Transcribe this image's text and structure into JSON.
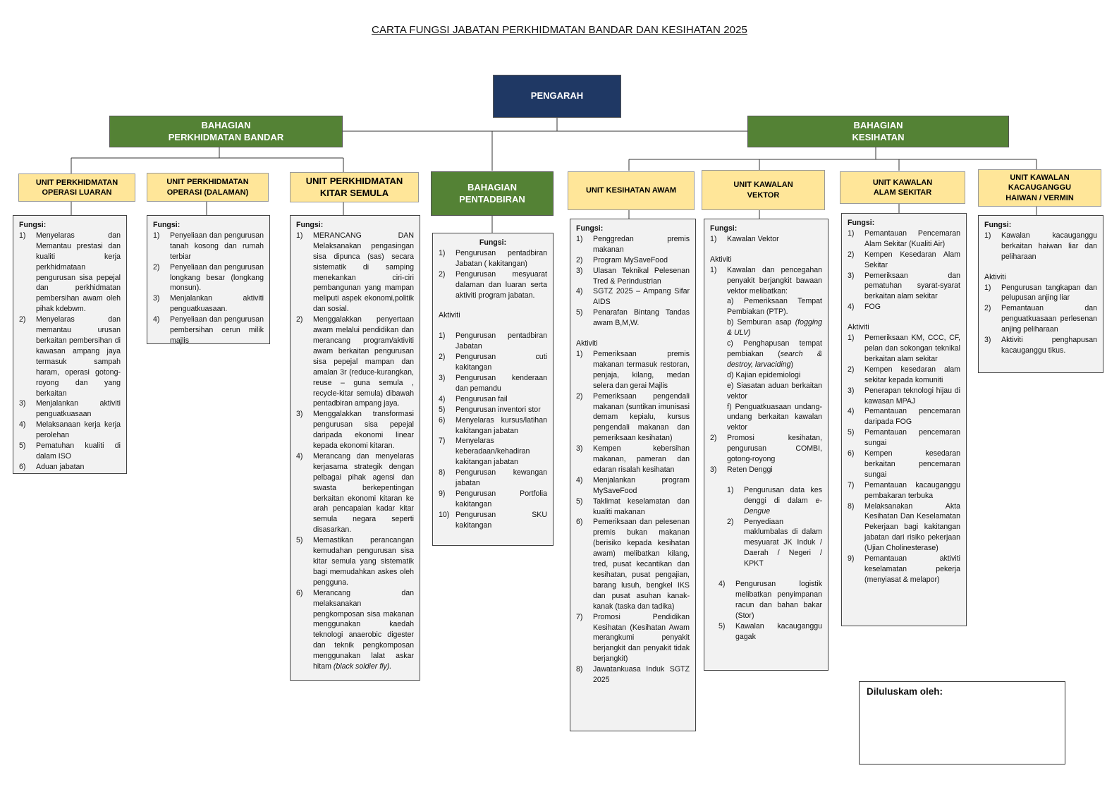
{
  "title": "CARTA FUNGSI JABATAN PERKHIDMATAN BANDAR DAN KESIHATAN 2025",
  "pengarah": "PENGARAH",
  "bahagian_pb": "BAHAGIAN\nPERKHIDMATAN BANDAR",
  "bahagian_kes": "BAHAGIAN\nKESIHATAN",
  "bahagian_pent": "BAHAGIAN\nPENTADBIRAN",
  "units": {
    "u1": "UNIT PERKHIDMATAN\nOPERASI LUARAN",
    "u2": "UNIT PERKHIDMATAN\nOPERASI (DALAMAN)",
    "u3": "UNIT PERKHIDMATAN\nKITAR SEMULA",
    "u4": "UNIT KESIHATAN AWAM",
    "u5": "UNIT KAWALAN\nVEKTOR",
    "u6": "UNIT KAWALAN\nALAM SEKITAR",
    "u7": "UNIT KAWALAN\nKACAUGANGGU\nHAIWAN / VERMIN"
  },
  "labels": {
    "fungsi": "Fungsi:",
    "aktiviti": "Aktiviti"
  },
  "u1_fungsi": [
    "Menyelaras dan Memantau prestasi dan kualiti kerja perkhidmataan pengurusan sisa pepejal dan perkhidmatan pembersihan awam oleh pihak kdebwm.",
    "Menyelaras dan memantau urusan berkaitan pembersihan di kawasan ampang jaya termasuk sampah haram, operasi gotong-royong dan yang berkaitan",
    "Menjalankan aktiviti penguatkuasaan",
    "Melaksanaan kerja kerja perolehan",
    "Pematuhan kualiti di dalam ISO",
    "Aduan jabatan"
  ],
  "u2_fungsi": [
    "Penyeliaan dan pengurusan tanah kosong dan rumah terbiar",
    "Penyeliaan dan pengurusan longkang besar (longkang monsun).",
    "Menjalankan aktiviti penguatkuasaan.",
    "Penyeliaan dan pengurusan pembersihan cerun milik majlis"
  ],
  "u3_fungsi": [
    "MERANCANG DAN Melaksanakan pengasingan sisa dipunca (sas) secara sistematik di samping menekankan ciri-ciri pembangunan yang mampan meliputi aspek ekonomi,politik dan sosial.",
    "Menggalakkan penyertaan awam melalui pendidikan dan merancang program/aktiviti awam berkaitan pengurusan sisa pepejal mampan dan amalan 3r (reduce-kurangkan, reuse – guna semula , recycle-kitar semula) dibawah pentadbiran ampang jaya.",
    "Menggalakkan transformasi pengurusan sisa pepejal daripada ekonomi linear kepada ekonomi kitaran.",
    "Merancang dan menyelaras kerjasama strategik dengan pelbagai pihak agensi dan swasta berkepentingan berkaitan ekonomi kitaran ke arah pencapaian kadar kitar semula negara seperti disasarkan.",
    "Memastikan perancangan kemudahan pengurusan sisa kitar semula yang sistematik bagi memudahkan askes oleh pengguna."
  ],
  "u3_f6_text": "Merancang dan melaksanakan pengkomposan sisa makanan menggunakan kaedah teknologi anaerobic digester dan teknik pengkomposan menggunakan lalat askar hitam ",
  "u3_f6_italic": "(black soldier fly).",
  "pent_fungsi": [
    "Pengurusan pentadbiran Jabatan ( kakitangan)",
    "Pengurusan mesyuarat dalaman dan luaran serta aktiviti program jabatan."
  ],
  "pent_aktiviti": [
    "Pengurusan pentadbiran Jabatan",
    "Pengurusan cuti kakitangan",
    "Pengurusan kenderaan dan pemandu",
    "Pengurusan fail",
    "Pengurusan inventori stor",
    "Menyelaras kursus/latihan kakitangan jabatan",
    "Menyelaras keberadaan/kehadiran kakitangan jabatan",
    "Pengurusan kewangan jabatan",
    "Pengurusan Portfolia kakitangan",
    "Pengurusan SKU kakitangan"
  ],
  "u4_fungsi": [
    "Penggredan premis makanan",
    "Program MySaveFood",
    "Ulasan Teknikal Pelesenan Tred & Perindustrian",
    "SGTZ 2025 – Ampang Sifar AIDS",
    "Penarafan Bintang Tandas awam B,M,W."
  ],
  "u4_aktiviti": [
    "Pemeriksaan premis makanan termasuk restoran, penjaja, kilang, medan selera dan gerai Majlis",
    "Pemeriksaan pengendali makanan (suntikan imunisasi demam kepialu, kursus pengendali makanan dan pemeriksaan kesihatan)",
    "Kempen kebersihan makanan, pameran dan edaran risalah kesihatan",
    "Menjalankan program MySaveFood",
    "Taklimat keselamatan dan kualiti makanan",
    "Pemeriksaan dan pelesenan premis bukan makanan (berisiko kepada kesihatan awam) melibatkan kilang, tred, pusat kecantikan dan kesihatan, pusat pengajian, barang lusuh, bengkel IKS dan pusat asuhan kanak-kanak (taska dan tadika)",
    "Promosi Pendidikan Kesihatan (Kesihatan Awam merangkumi penyakit berjangkit dan penyakit tidak berjangkit)",
    "Jawatankuasa Induk SGTZ 2025"
  ],
  "u5_fungsi": [
    "Kawalan Vektor"
  ],
  "u5_a1_intro": "Kawalan dan pencegahan penyakit berjangkit bawaan vektor melibatkan:",
  "u5_a1_a": "a) Pemeriksaan Tempat Pembiakan (PTP).",
  "u5_a1_b": "b) Semburan asap ",
  "u5_a1_b_italic": "(fogging & ULV)",
  "u5_a1_c": "c) Penghapusan tempat pembiakan (",
  "u5_a1_c_italic": "search & destroy, larvaciding",
  "u5_a1_c_end": ")",
  "u5_a1_d": "d) Kajian epidemiologi",
  "u5_a1_e": "e) Siasatan aduan berkaitan vektor",
  "u5_a1_f": "f) Penguatkuasaan undang-undang berkaitan kawalan vektor",
  "u5_a2": "Promosi kesihatan, pengurusan COMBI, gotong-royong",
  "u5_a3": "Reten Denggi",
  "u5_a3_sub1": "Pengurusan data kes denggi di dalam ",
  "u5_a3_sub1_italic": "e-Dengue",
  "u5_a3_sub2": "Penyediaan maklumbalas di dalam mesyuarat JK Induk / Daerah / Negeri / KPKT",
  "u5_a4": "Pengurusan logistik melibatkan penyimpanan racun dan bahan bakar (Stor)",
  "u5_a5": "Kawalan kacauganggu gagak",
  "u6_fungsi": [
    "Pemantauan Pencemaran Alam Sekitar (Kualiti Air)",
    "Kempen Kesedaran Alam Sekitar",
    "Pemeriksaan dan pematuhan syarat-syarat berkaitan alam sekitar",
    "FOG"
  ],
  "u6_aktiviti": [
    "Pemeriksaan KM, CCC, CF, pelan dan sokongan teknikal berkaitan alam sekitar",
    "Kempen kesedaran alam sekitar kepada komuniti",
    "Penerapan teknologi hijau di kawasan MPAJ",
    "Pemantauan pencemaran daripada FOG",
    "Pemantauan pencemaran sungai",
    "Kempen kesedaran berkaitan pencemaran sungai",
    "Pemantauan kacauganggu pembakaran terbuka",
    "Melaksanakan Akta Kesihatan Dan Keselamatan Pekerjaan bagi kakitangan jabatan dari risiko pekerjaan (Ujian Cholinesterase)",
    "Pemantauan aktiviti keselamatan pekerja (menyiasat & melapor)"
  ],
  "u7_fungsi": [
    "Kawalan kacauganggu berkaitan haiwan liar dan peliharaan"
  ],
  "u7_aktiviti": [
    "Pengurusan tangkapan dan pelupusan anjing liar",
    "Pemantauan dan penguatkuasaan perlesenan anjing peliharaan",
    "Aktiviti penghapusan kacauganggu tikus."
  ],
  "lulus": "Diluluskam oleh:"
}
